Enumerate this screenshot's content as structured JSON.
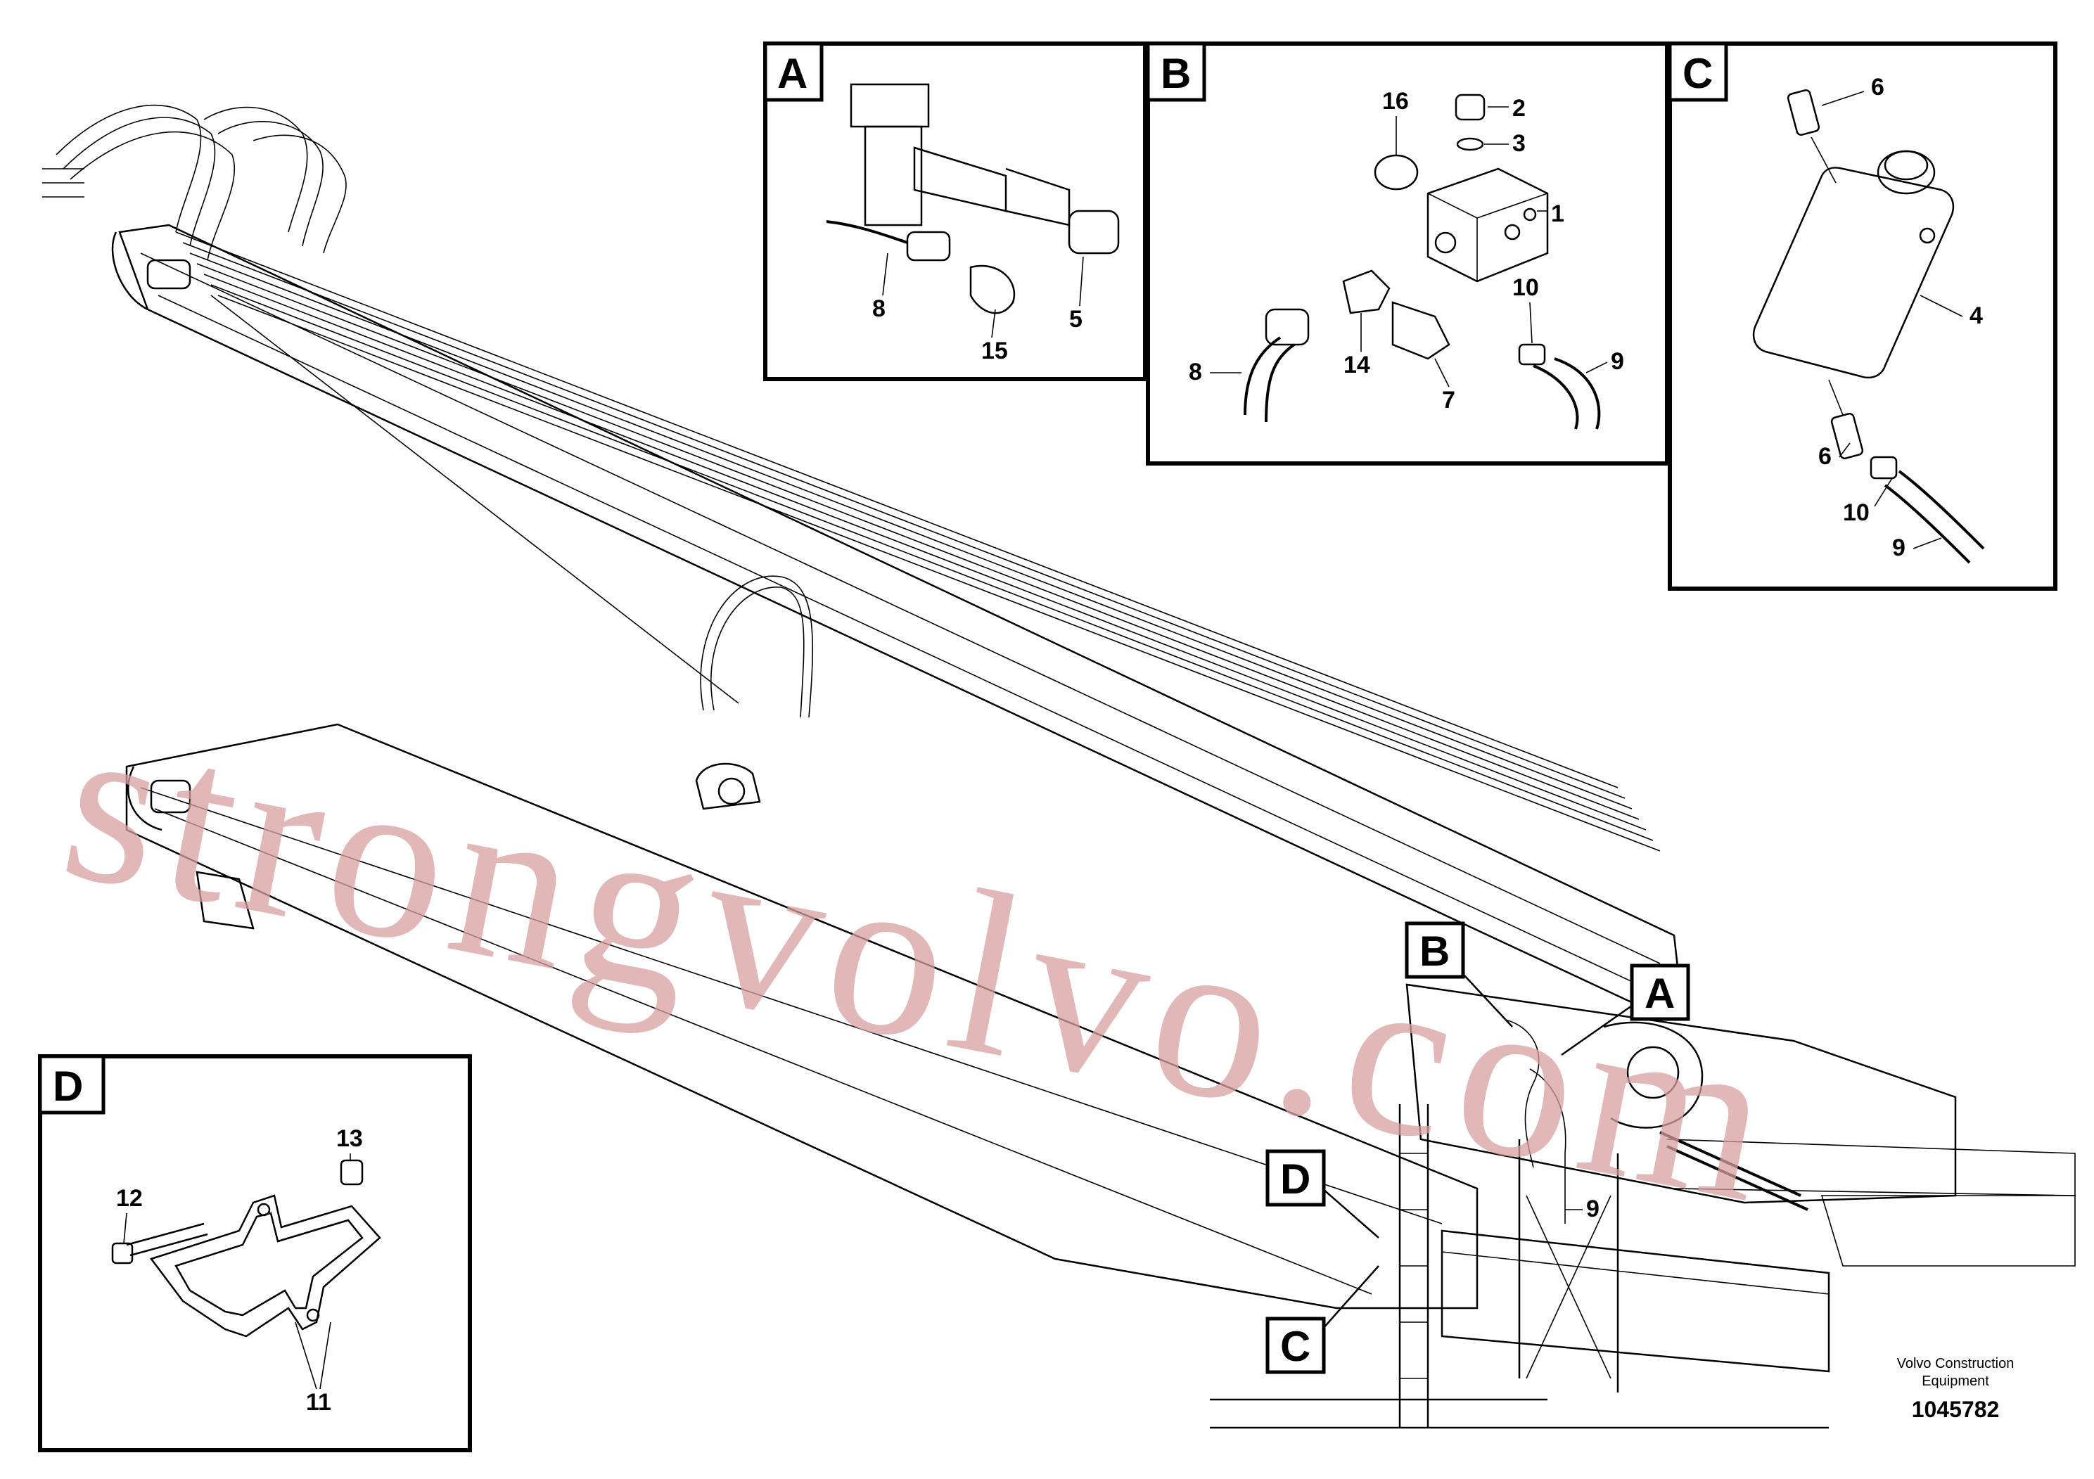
{
  "watermark": "strongvolvo.com",
  "publisher": {
    "line1": "Volvo Construction",
    "line2": "Equipment",
    "drawing_number": "1045782"
  },
  "detail_views": {
    "A": {
      "letter": "A",
      "parts": [
        "8",
        "15",
        "5"
      ]
    },
    "B": {
      "letter": "B",
      "parts": [
        "16",
        "2",
        "3",
        "1",
        "10",
        "8",
        "14",
        "7",
        "9"
      ]
    },
    "C": {
      "letter": "C",
      "parts": [
        "6",
        "4",
        "6",
        "10",
        "9"
      ]
    },
    "D": {
      "letter": "D",
      "parts": [
        "13",
        "12",
        "11"
      ]
    }
  },
  "main_callouts": {
    "B": "B",
    "A": "A",
    "D": "D",
    "C": "C",
    "hose_part": "9"
  }
}
